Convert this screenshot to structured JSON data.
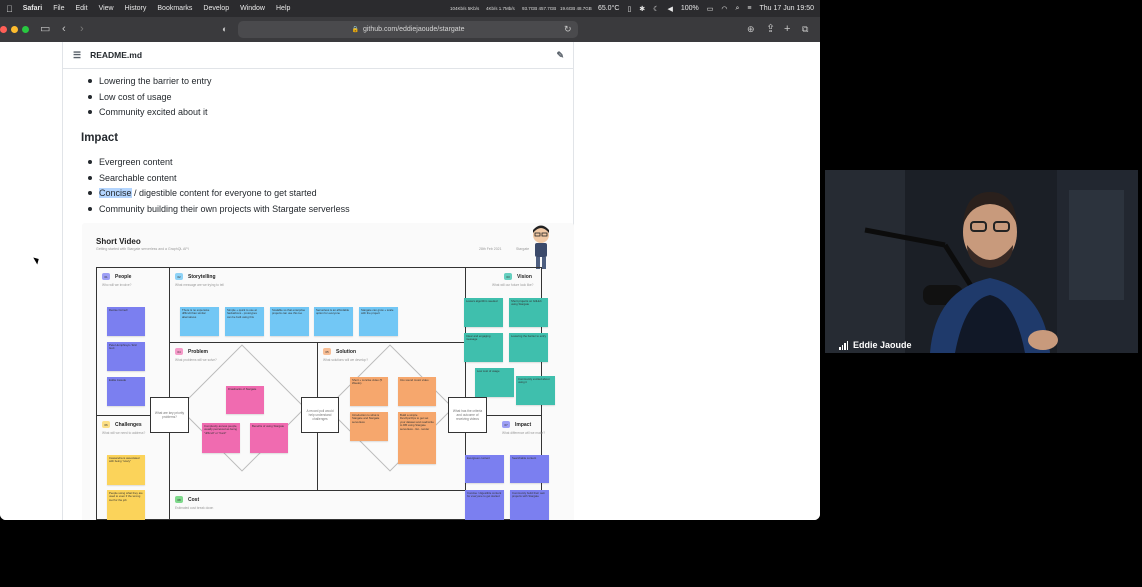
{
  "menubar": {
    "apple": "",
    "app": "Safari",
    "items": [
      "File",
      "Edit",
      "View",
      "History",
      "Bookmarks",
      "Develop",
      "Window",
      "Help"
    ],
    "stats": [
      "104Kb/s 5Kb/s",
      "4Kb/s 1.7Mb/s",
      "93.7GB 457.7GB",
      "19.6GB 48.7GB"
    ],
    "temperature": "65.0°C",
    "battery": "100%",
    "datetime": "Thu 17 Jun 19:50"
  },
  "browser": {
    "url": "github.com/eddiejaoude/stargate"
  },
  "readme": {
    "filename": "README.md",
    "top_bullets": [
      "Lowering the barrier to entry",
      "Low cost of usage",
      "Community excited about it"
    ],
    "impact_heading": "Impact",
    "impact_bullets": [
      "Evergreen content",
      "Searchable content",
      "/ digestible content for everyone to get started",
      "Community building their own projects with Stargate serverless"
    ],
    "highlighted_word": "Concise"
  },
  "board": {
    "title": "Short Video",
    "subtitle": "Getting started with Stargate serverless and a GraphQL API",
    "date": "28th Feb 2021",
    "version": "Stargate",
    "sections": {
      "people": {
        "num": "01",
        "title": "People",
        "sub": "Who will we involve?"
      },
      "storytelling": {
        "num": "02",
        "title": "Storytelling",
        "sub": "What message are we trying to tell"
      },
      "vision": {
        "num": "03",
        "title": "Vision",
        "sub": "What will our future look like?"
      },
      "problem": {
        "num": "04",
        "title": "Problem",
        "sub": "What problems will we solve?"
      },
      "solution": {
        "num": "05",
        "title": "Solution",
        "sub": "What solutions will we develop?"
      },
      "challenges": {
        "num": "06",
        "title": "Challenges",
        "sub": "What will we need to address?"
      },
      "impact": {
        "num": "07",
        "title": "Impact",
        "sub": "What difference will we make?"
      },
      "cost": {
        "num": "08",
        "title": "Cost",
        "sub": "Estimated cost break down"
      }
    },
    "notes": {
      "people": [
        "Denise Cornell",
        "Pete Humphreys / Eric Gort",
        "Eddie Jaoude"
      ],
      "storytelling": [
        "There is no expensive difficult than similar alternatives",
        "Simple + quick to use at hackathons - prototypes can be built using this",
        "Scalable so that enterprise projects can use this too",
        "Serverless is an affordable option for everyone",
        "Stargate can grow + scale with the project"
      ],
      "vision": [
        "Lowers algorithm needed",
        "Short projects on GitHub using Stargate",
        "Clear and engaging message",
        "Lowering the barrier to entry",
        "Low cost of usage",
        "Community excited about using it"
      ],
      "problem": [
        "Drawbacks of Stargate",
        "Complexity access people, usually perceived as being \"difficult\" or \"hard\"",
        "Benefits of using Stargate"
      ],
      "solution": [
        "Short + concise video (5 Weeks)",
        "Into sound music video",
        "Introduction to what is Stargate and Stargate serverless",
        "Build a simple DevOps/Ops to get set your dataset and read/write to DB using Stargate serverless - list - render"
      ],
      "challenges": [
        "Cassandra is associated with being \"scary\"",
        "People using what they are used to even if the wrong tool for the job"
      ],
      "impact": [
        "Evergreen content",
        "Searchable content",
        "Concise / digestible content for everyone to get started",
        "Community build their own projects with Stargate"
      ],
      "boxes": [
        "What are key priority problems?",
        "A record poll would help understand challenges",
        "What has the criteria and outcome of receiving videos"
      ]
    }
  },
  "webcam": {
    "name": "Eddie Jaoude"
  },
  "colors": {
    "sticky_purple": "#7b7ff0",
    "sticky_blue": "#72c7f5",
    "sticky_teal": "#3fbfad",
    "sticky_pink": "#f06bb0",
    "sticky_orange": "#f6a76d",
    "sticky_yellow": "#fbd35a"
  }
}
